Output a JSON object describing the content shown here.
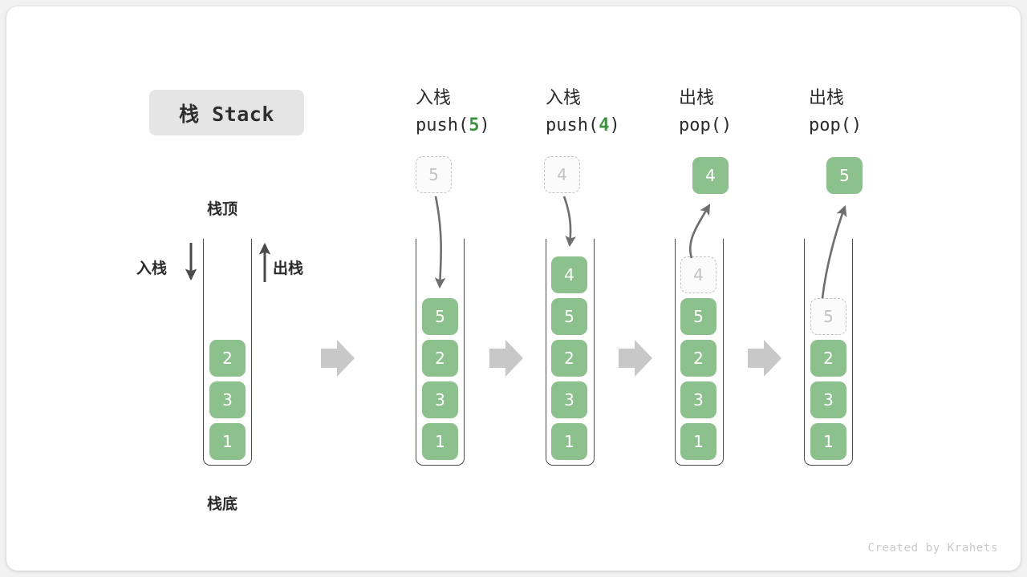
{
  "title_badge": {
    "text": "栈 Stack"
  },
  "legend": {
    "top_label": "栈顶",
    "bottom_label": "栈底",
    "push_label": "入栈",
    "pop_label": "出栈"
  },
  "footer": {
    "credit": "Created by Krahets"
  },
  "colors": {
    "item_fill": "#8cc08c",
    "item_text": "#ffffff",
    "ghost_fill": "#fbfbfb",
    "ghost_border": "#c3c3c3",
    "ghost_text": "#c3c3c3",
    "arrow_gray": "#6e6e6e",
    "flow_arrow": "#c8c8c8",
    "badge_bg": "#e5e5e5",
    "code_accent": "#3f9142",
    "container_border": "#4a4a4a",
    "page_bg": "#f2f2f2",
    "card_bg": "#ffffff"
  },
  "columns": [
    {
      "id": "initial",
      "head_cn": "",
      "head_code_prefix": "",
      "head_code_arg": "",
      "head_code_suffix": "",
      "items": [
        {
          "value": "2",
          "state": "solid"
        },
        {
          "value": "3",
          "state": "solid"
        },
        {
          "value": "1",
          "state": "solid"
        }
      ],
      "floating": null
    },
    {
      "id": "push-5",
      "head_cn": "入栈",
      "head_code_prefix": "push(",
      "head_code_arg": "5",
      "head_code_suffix": ")",
      "items": [
        {
          "value": "5",
          "state": "solid"
        },
        {
          "value": "2",
          "state": "solid"
        },
        {
          "value": "3",
          "state": "solid"
        },
        {
          "value": "1",
          "state": "solid"
        }
      ],
      "floating": {
        "value": "5",
        "state": "ghost",
        "direction": "in"
      }
    },
    {
      "id": "push-4",
      "head_cn": "入栈",
      "head_code_prefix": "push(",
      "head_code_arg": "4",
      "head_code_suffix": ")",
      "items": [
        {
          "value": "4",
          "state": "solid"
        },
        {
          "value": "5",
          "state": "solid"
        },
        {
          "value": "2",
          "state": "solid"
        },
        {
          "value": "3",
          "state": "solid"
        },
        {
          "value": "1",
          "state": "solid"
        }
      ],
      "floating": {
        "value": "4",
        "state": "ghost",
        "direction": "in"
      }
    },
    {
      "id": "pop-4",
      "head_cn": "出栈",
      "head_code_prefix": "pop(",
      "head_code_arg": "",
      "head_code_suffix": ")",
      "items": [
        {
          "value": "4",
          "state": "ghost"
        },
        {
          "value": "5",
          "state": "solid"
        },
        {
          "value": "2",
          "state": "solid"
        },
        {
          "value": "3",
          "state": "solid"
        },
        {
          "value": "1",
          "state": "solid"
        }
      ],
      "floating": {
        "value": "4",
        "state": "solid",
        "direction": "out"
      }
    },
    {
      "id": "pop-5",
      "head_cn": "出栈",
      "head_code_prefix": "pop(",
      "head_code_arg": "",
      "head_code_suffix": ")",
      "items": [
        {
          "value": "5",
          "state": "ghost"
        },
        {
          "value": "2",
          "state": "solid"
        },
        {
          "value": "3",
          "state": "solid"
        },
        {
          "value": "1",
          "state": "solid"
        }
      ],
      "floating": {
        "value": "5",
        "state": "solid",
        "direction": "out"
      }
    }
  ]
}
